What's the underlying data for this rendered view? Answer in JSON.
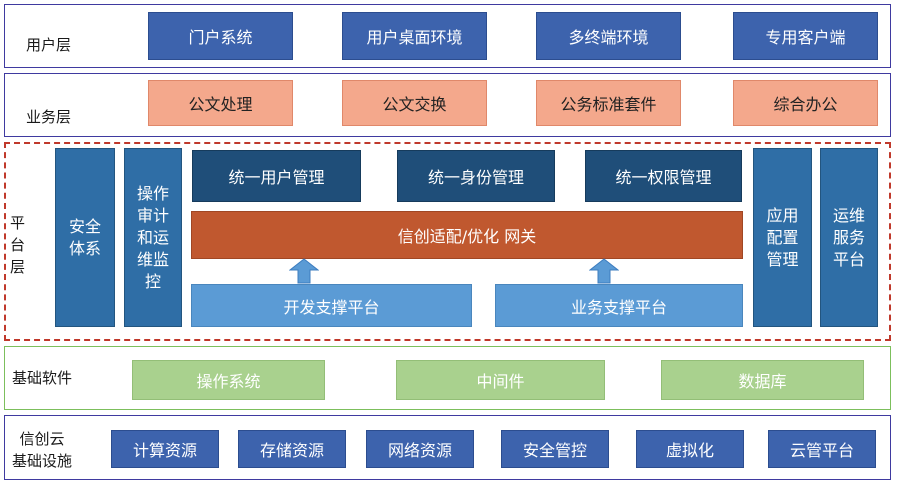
{
  "colors": {
    "user_layer_border": "#3f3aa0",
    "platform_border": "#c0392b",
    "base_software_border": "#7cbf5c",
    "infra_border": "#3f3aa0"
  },
  "user_layer": {
    "label": "用户层",
    "items": [
      "门户系统",
      "用户桌面环境",
      "多终端环境",
      "专用客户端"
    ]
  },
  "business_layer": {
    "label": "业务层",
    "items": [
      "公文处理",
      "公文交换",
      "公务标准套件",
      "综合办公"
    ]
  },
  "platform_layer": {
    "label": [
      "平",
      "台",
      "层"
    ],
    "security": [
      "安全",
      "体系"
    ],
    "audit": [
      "操作",
      "审计",
      "和运",
      "维监",
      "控"
    ],
    "mgmt": [
      "统一用户管理",
      "统一身份管理",
      "统一权限管理"
    ],
    "gateway": "信创适配/优化 网关",
    "dev_platform": "开发支撑平台",
    "biz_platform": "业务支撑平台",
    "app_config": [
      "应用",
      "配置",
      "管理"
    ],
    "ops": [
      "运维",
      "服务",
      "平台"
    ]
  },
  "base_software": {
    "label": "基础软件",
    "items": [
      "操作系统",
      "中间件",
      "数据库"
    ]
  },
  "infra": {
    "label": [
      "信创云",
      "基础设施"
    ],
    "items": [
      "计算资源",
      "存储资源",
      "网络资源",
      "安全管控",
      "虚拟化",
      "云管平台"
    ]
  }
}
